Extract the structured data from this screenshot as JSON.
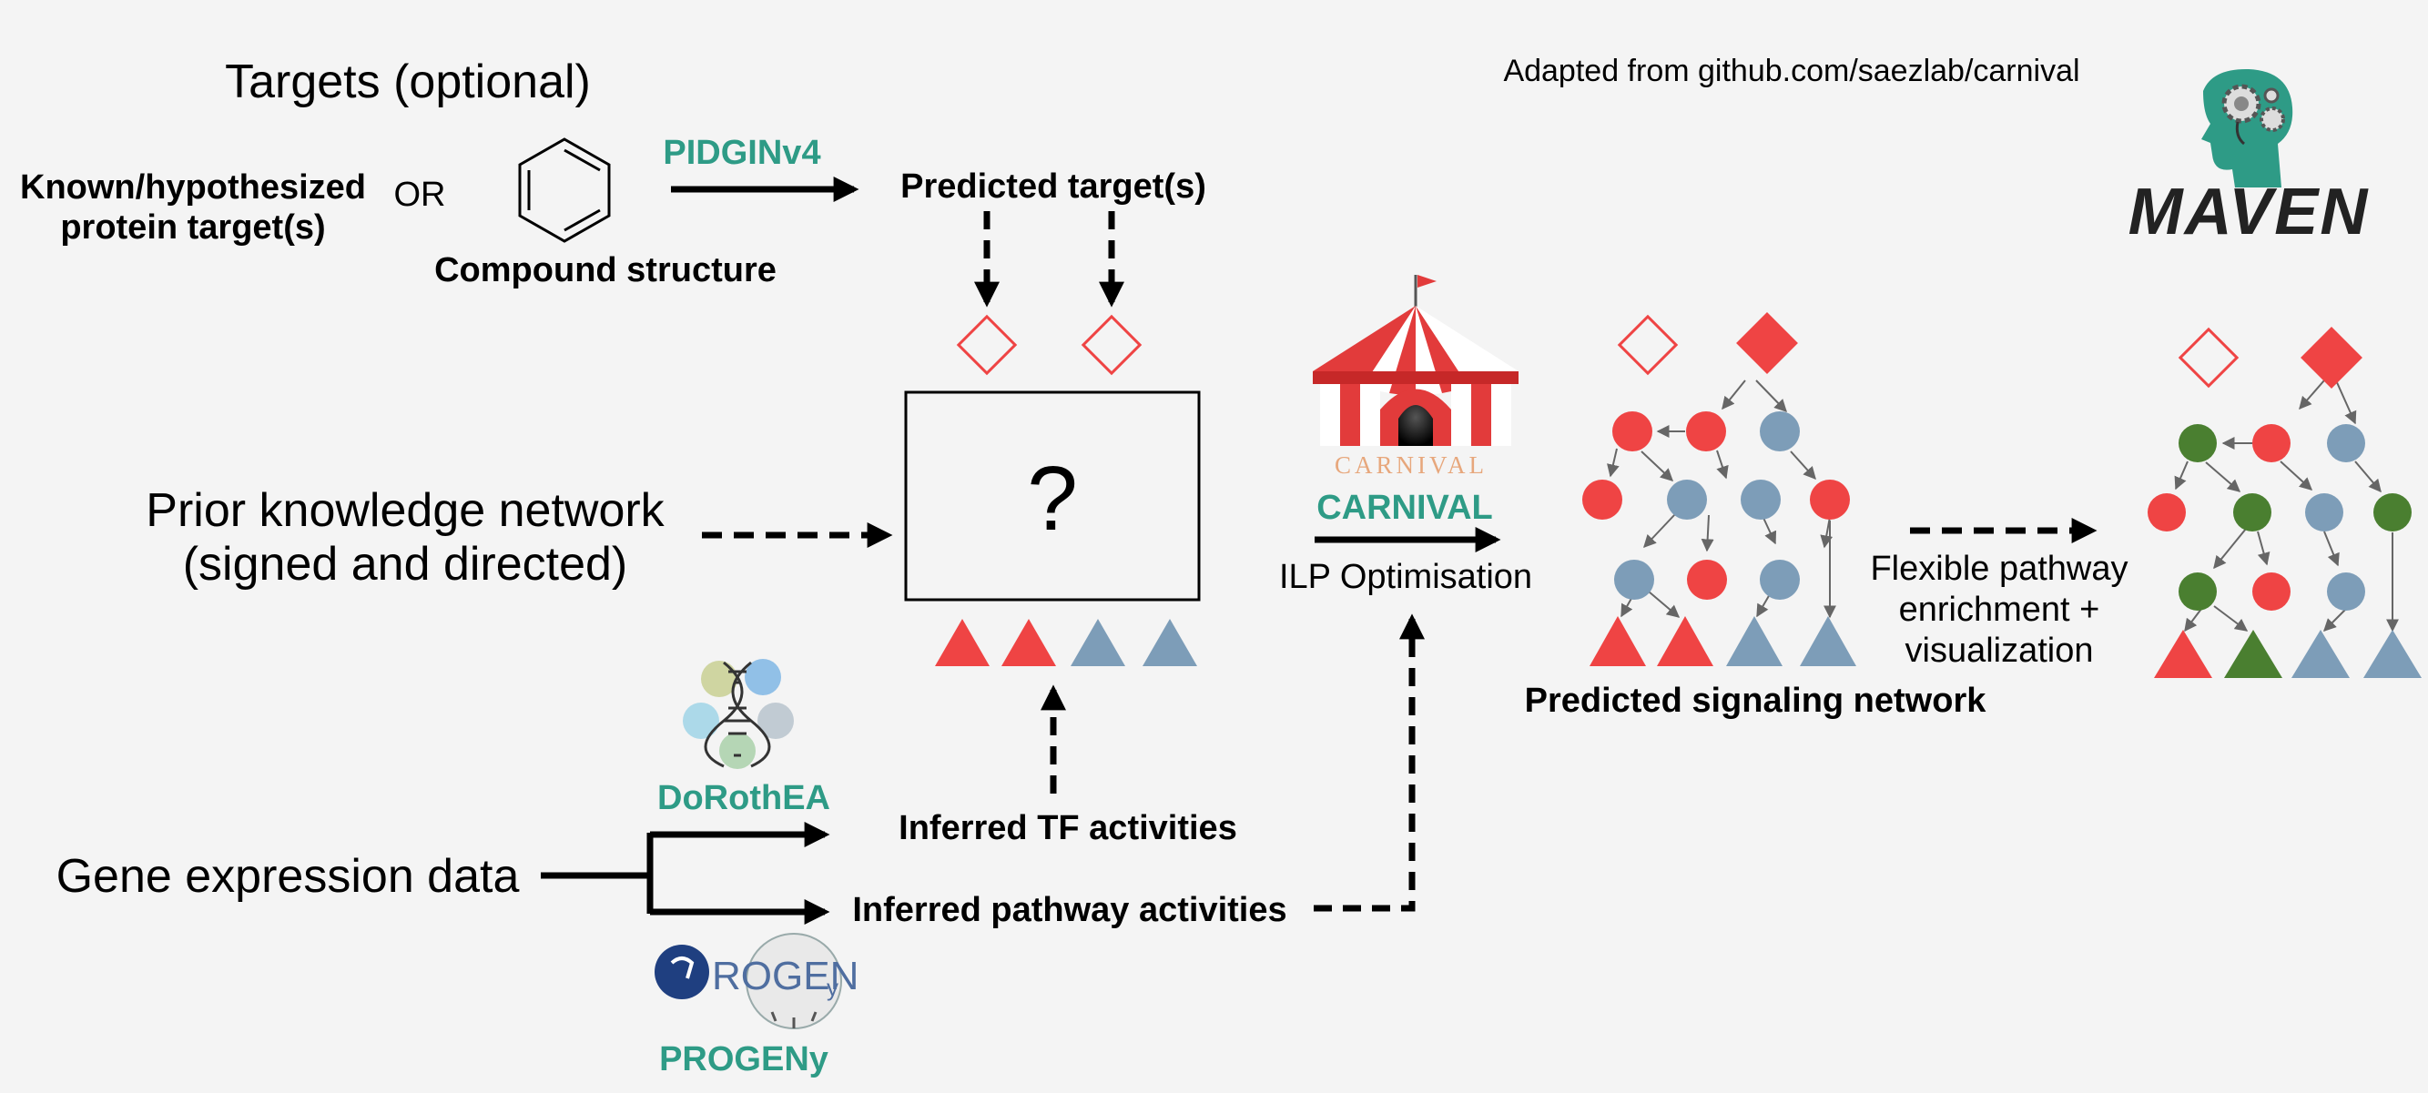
{
  "credit": "Adapted from github.com/saezlab/carnival",
  "targets": {
    "heading": "Targets (optional)",
    "known_line1": "Known/hypothesized",
    "known_line2": "protein target(s)",
    "or": "OR",
    "compound_label": "Compound structure",
    "tool_label": "PIDGINv4",
    "predicted_label": "Predicted target(s)"
  },
  "prior_knowledge": {
    "line1": "Prior knowledge network",
    "line2": "(signed and directed)"
  },
  "unknown_box": {
    "symbol": "?"
  },
  "carnival": {
    "logo_text": "CARNIVAL",
    "label": "CARNIVAL",
    "step": "ILP Optimisation"
  },
  "network": {
    "caption": "Predicted signaling network"
  },
  "enrichment": {
    "line1": "Flexible pathway",
    "line2": "enrichment +",
    "line3": "visualization"
  },
  "maven_logo": {
    "text": "MAVEN"
  },
  "gene_expression": {
    "label": "Gene expression data",
    "dorothea_label": "DoRothEA",
    "progeny_label": "PROGENy",
    "progeny_logo_text": "ROGEN",
    "progeny_logo_sub": "y",
    "tf_activities": "Inferred TF activities",
    "pathway_activities": "Inferred pathway activities"
  },
  "colors": {
    "red": "#ef4444",
    "blue": "#7d9db8",
    "green": "#4a7f30",
    "teal": "#2e9b86",
    "background": "#f4f4f4"
  }
}
